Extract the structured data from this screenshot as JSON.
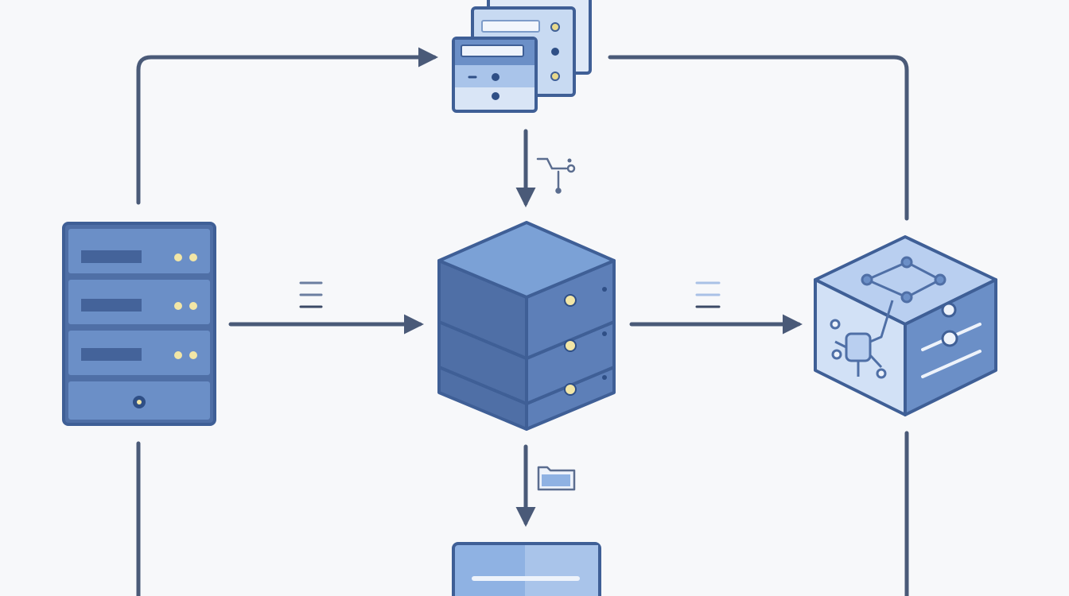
{
  "colors": {
    "background": "#f7f8fa",
    "line": "#4a5a78",
    "node_fill": "#6b8fc7",
    "node_light": "#d9e5f6",
    "node_dark": "#4f6fa6",
    "node_outline": "#3f5f96",
    "indicator": "#f2e6a6"
  },
  "nodes": [
    {
      "id": "app-windows",
      "icon": "stacked-windows-icon"
    },
    {
      "id": "server-rack",
      "icon": "server-rack-icon"
    },
    {
      "id": "database-stack",
      "icon": "database-stack-icon"
    },
    {
      "id": "network-cube",
      "icon": "network-cube-icon"
    },
    {
      "id": "bottom-panel",
      "icon": "panel-icon"
    }
  ],
  "edges": [
    {
      "from": "server-rack",
      "to": "app-windows"
    },
    {
      "from": "app-windows",
      "to": "server-rack"
    },
    {
      "from": "app-windows",
      "to": "database-stack",
      "icon": "pipeline-icon"
    },
    {
      "from": "server-rack",
      "to": "database-stack",
      "icon": "list-lines-icon"
    },
    {
      "from": "database-stack",
      "to": "network-cube",
      "icon": "list-lines-icon"
    },
    {
      "from": "database-stack",
      "to": "bottom-panel",
      "icon": "folder-icon"
    },
    {
      "from": "app-windows",
      "to": "network-cube"
    }
  ]
}
